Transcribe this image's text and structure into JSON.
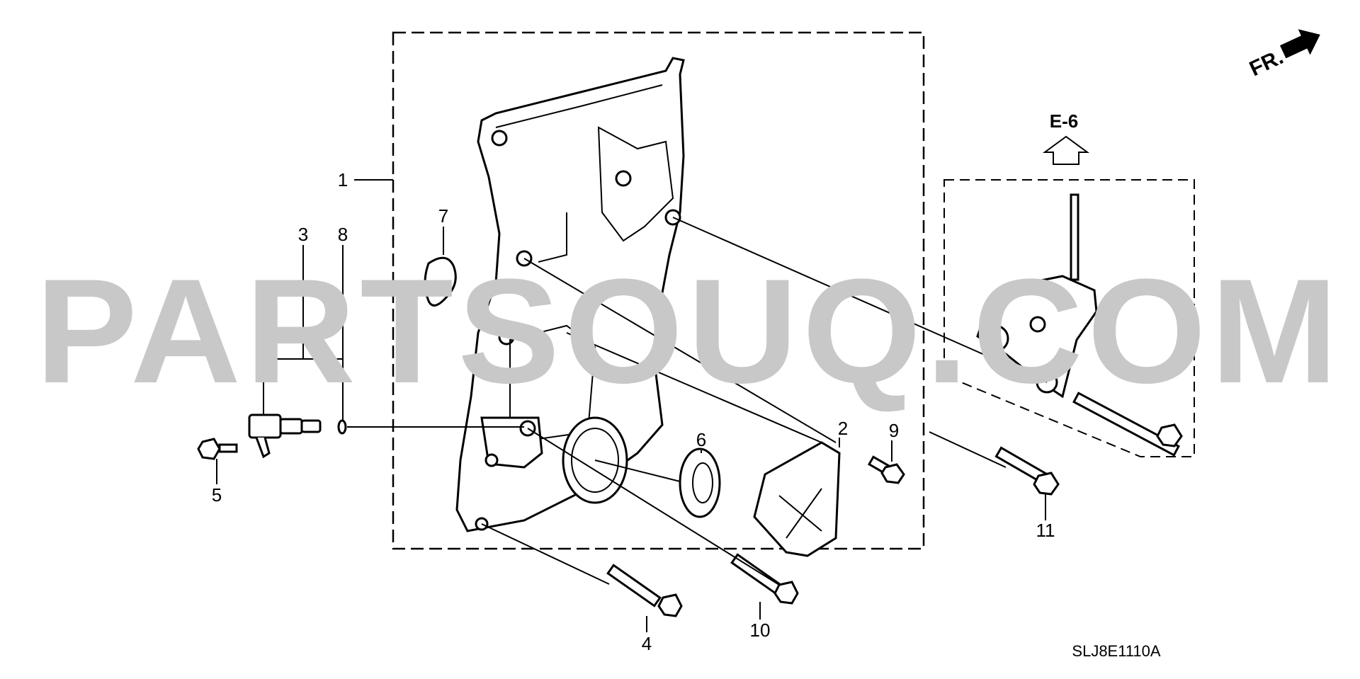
{
  "diagram": {
    "watermark": "PARTSOUQ.COM",
    "direction_indicator": "FR.",
    "reference_label": "E-6",
    "diagram_code": "SLJ8E1110A",
    "callouts": [
      "1",
      "2",
      "3",
      "4",
      "5",
      "6",
      "7",
      "8",
      "9",
      "10",
      "11"
    ]
  }
}
